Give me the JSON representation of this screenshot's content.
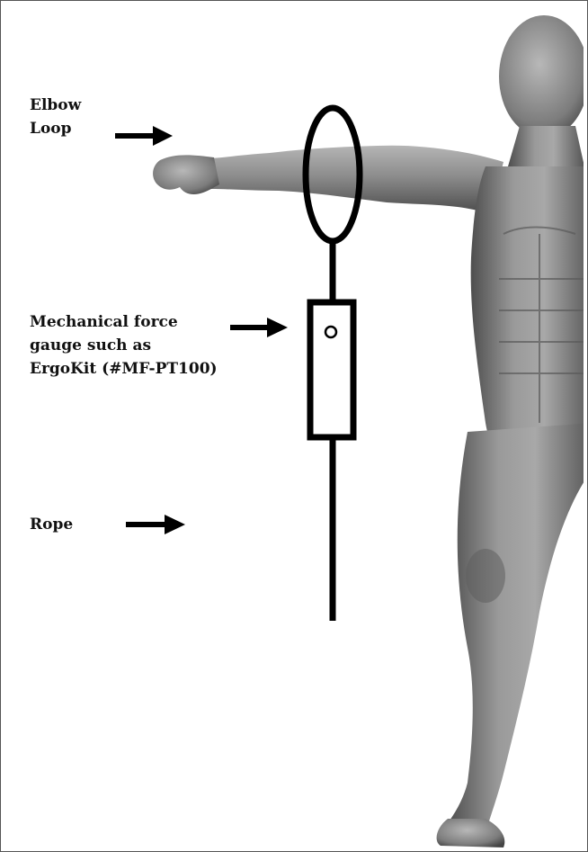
{
  "labels": {
    "elbow_loop": [
      "Elbow",
      "Loop"
    ],
    "force_gauge": [
      "Mechanical force",
      "gauge such as",
      "ErgoKit (#MF-PT100)"
    ],
    "rope": [
      "Rope"
    ]
  },
  "figure": {
    "subject": "anatomical muscle figure, front view, left arm extended horizontally",
    "skin_tone": "#8a8a8a"
  }
}
